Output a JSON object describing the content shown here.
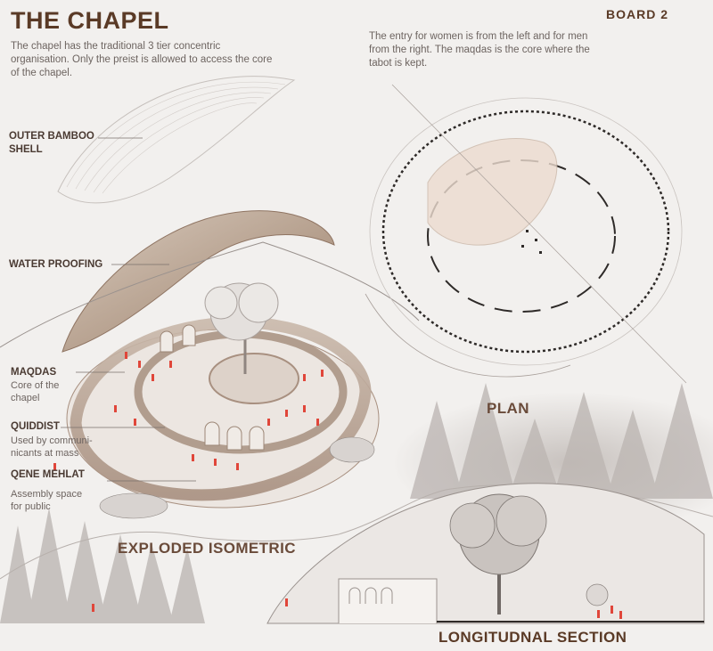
{
  "title": "THE CHAPEL",
  "board_label": "BOARD 2",
  "intro_text": "The chapel has the traditional 3 tier concentric organisation. Only the preist is allowed to access the core of the chapel.",
  "plan_note": "The entry for women is from the left and for men from the right. The maqdas is the core where the tabot is kept.",
  "labels": {
    "outer_bamboo_shell": "OUTER BAMBOO SHELL",
    "water_proofing": "WATER PROOFING",
    "maqdas": "MAQDAS",
    "maqdas_desc": "Core of the chapel",
    "quiddist": "QUIDDIST",
    "quiddist_desc": "Used by communi-nicants at mass",
    "qene_mehlat": "QENE MEHLAT",
    "qene_mehlat_desc": "Assembly space for public"
  },
  "captions": {
    "exploded_isometric": "EXPLODED ISOMETRIC",
    "plan": "PLAN",
    "longitudinal_section": "LONGITUDNAL SECTION"
  },
  "colors": {
    "title": "#5a3a26",
    "text": "#6d6460",
    "accent_figures": "#e0463a",
    "wall": "#a89080",
    "background": "#f2f0ee"
  }
}
